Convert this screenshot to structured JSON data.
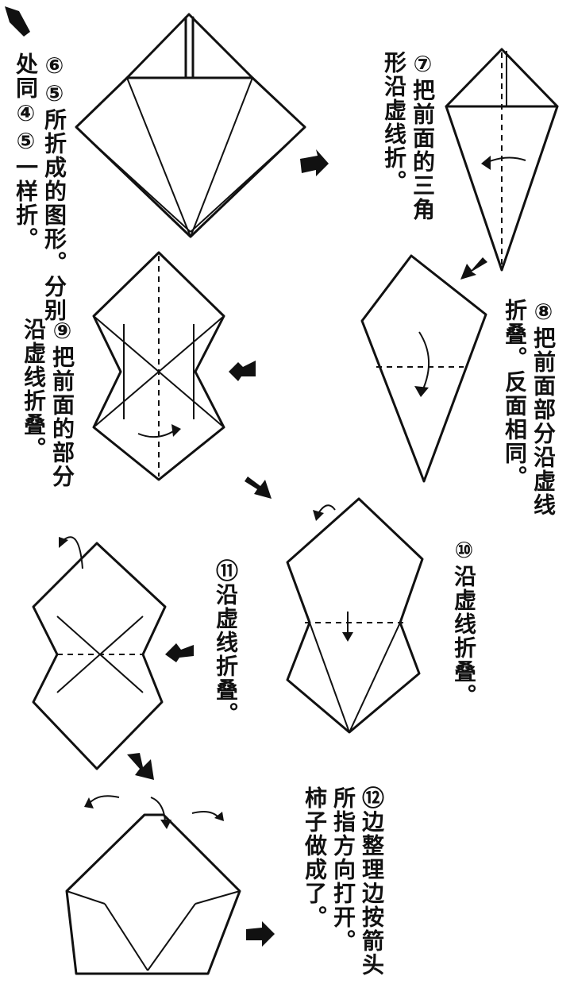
{
  "steps": [
    {
      "id": "6",
      "lines": [
        "⑥⑤所折成的图形。分别",
        "处同④⑤一样折。"
      ]
    },
    {
      "id": "7",
      "lines": [
        "⑦把前面的三角",
        "形沿虚线折。"
      ]
    },
    {
      "id": "8",
      "lines": [
        "⑧把前面部分沿虚线",
        "折叠。反面相同。"
      ]
    },
    {
      "id": "9",
      "lines": [
        "⑨把前面的部分",
        "沿虚线折叠。"
      ]
    },
    {
      "id": "10",
      "lines": [
        "⑩沿虚线折叠。"
      ]
    },
    {
      "id": "11",
      "lines": [
        "⑪沿虚线折叠。"
      ]
    },
    {
      "id": "12",
      "lines": [
        "⑫边整理边按箭头",
        "所指方向打开。",
        "柿子做成了。"
      ]
    }
  ]
}
